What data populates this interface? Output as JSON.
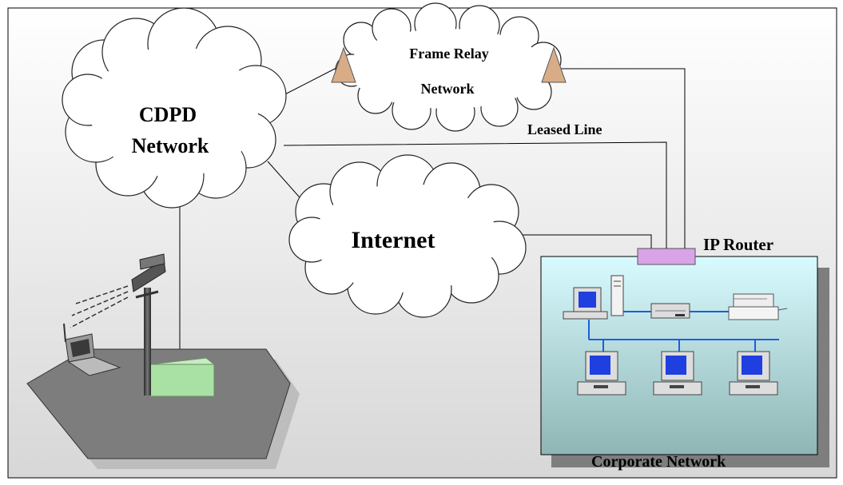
{
  "labels": {
    "cdpd_line1": "CDPD",
    "cdpd_line2": "Network",
    "frame_relay_line1": "Frame Relay",
    "frame_relay_line2": "Network",
    "leased_line": "Leased Line",
    "internet": "Internet",
    "ip_router": "IP Router",
    "corporate_network": "Corporate Network"
  },
  "colors": {
    "background_top": "#ffffff",
    "background_bottom": "#d7d7d7",
    "cloud_fill": "#ffffff",
    "cloud_stroke": "#222222",
    "router_fill": "#d9a3e8",
    "corporate_top": "#d8fbff",
    "corporate_bottom": "#8fb5b4",
    "lan_wire": "#1e5de0",
    "screen_blue": "#1f3fe0",
    "base_station_fill": "#a9e0a3",
    "hexagon_fill": "#7d7d7d",
    "triangle_fill": "#d8ac86"
  },
  "icons": [
    "cloud-icon",
    "triangle-relay-icon",
    "router-icon",
    "computer-icon",
    "printer-icon",
    "hub-icon",
    "antenna-tower-icon",
    "laptop-icon",
    "base-station-icon"
  ]
}
